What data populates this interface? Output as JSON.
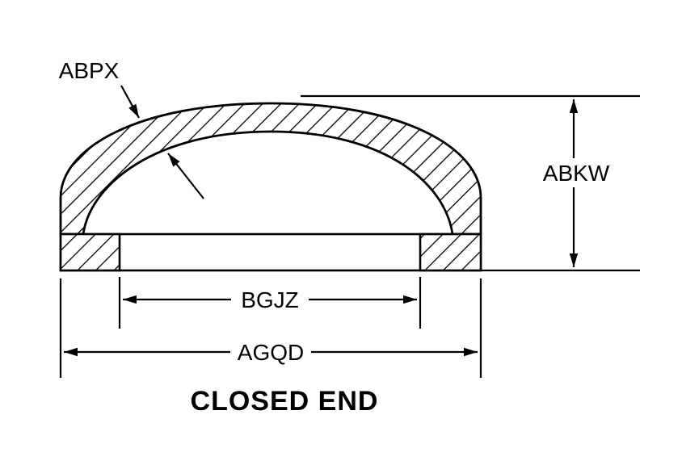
{
  "diagram": {
    "type": "technical-drawing-cross-section",
    "title": "CLOSED END",
    "labels": {
      "wall_thickness": "ABPX",
      "height": "ABKW",
      "inner_width": "BGJZ",
      "outer_width": "AGQD"
    },
    "colors": {
      "line": "#000000",
      "background": "#ffffff"
    }
  }
}
